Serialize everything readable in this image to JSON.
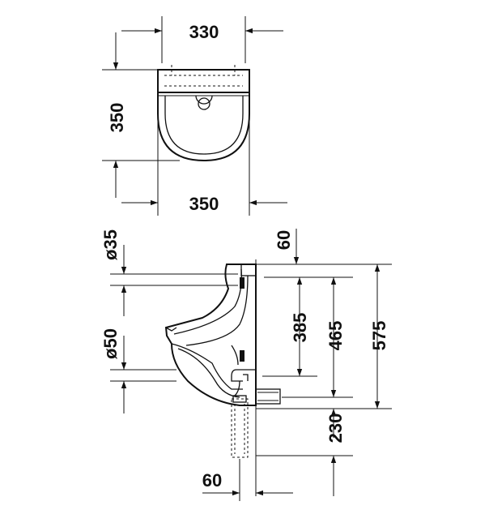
{
  "top_view": {
    "width_top": "330",
    "depth": "350",
    "width_bottom": "350"
  },
  "side_view": {
    "inlet_diameter": "ø35",
    "outlet_diameter": "ø50",
    "inlet_offset": "60",
    "dim_385": "385",
    "dim_465": "465",
    "dim_575": "575",
    "dim_230": "230",
    "outlet_offset": "60"
  }
}
